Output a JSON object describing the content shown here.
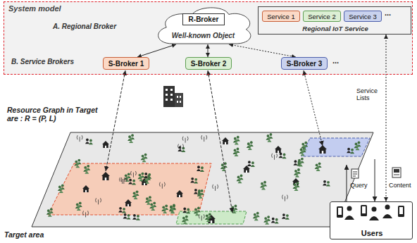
{
  "diagram": {
    "nodes": [
      {
        "text": [
          "System model"
        ]
      },
      {
        "text": [
          "Well-known Object"
        ],
        "in": 0
      },
      {
        "text": [
          "R-Broker"
        ],
        "in": 1
      },
      {
        "text": [
          "Regional IoT Service"
        ],
        "in": 0
      },
      {
        "text": [
          "Service 1"
        ],
        "in": 3
      },
      {
        "text": [
          "Service 2"
        ],
        "in": 3
      },
      {
        "text": [
          "Service 3"
        ],
        "in": 3
      },
      {
        "text": [
          "S-Broker 1"
        ],
        "in": 0
      },
      {
        "text": [
          "S-Broker 2"
        ],
        "in": 0
      },
      {
        "text": [
          "S-Broker 3"
        ],
        "in": 0
      },
      {
        "text": [
          "Users"
        ]
      }
    ],
    "edges": [
      {
        "from": 1,
        "to": 7,
        "arrow": "both"
      },
      {
        "from": 1,
        "to": 8,
        "arrow": "both"
      },
      {
        "from": 1,
        "to": 9,
        "arrow": "both"
      },
      {
        "from": 3,
        "to": 10,
        "label": "Service Lists",
        "arrow": "both"
      }
    ],
    "labels": [
      "A. Regional Broker",
      "B. Service Brokers",
      "...",
      "...",
      "Resource Graph in Target are : R = (P, L)",
      "Target area",
      "Query",
      "Content"
    ]
  }
}
